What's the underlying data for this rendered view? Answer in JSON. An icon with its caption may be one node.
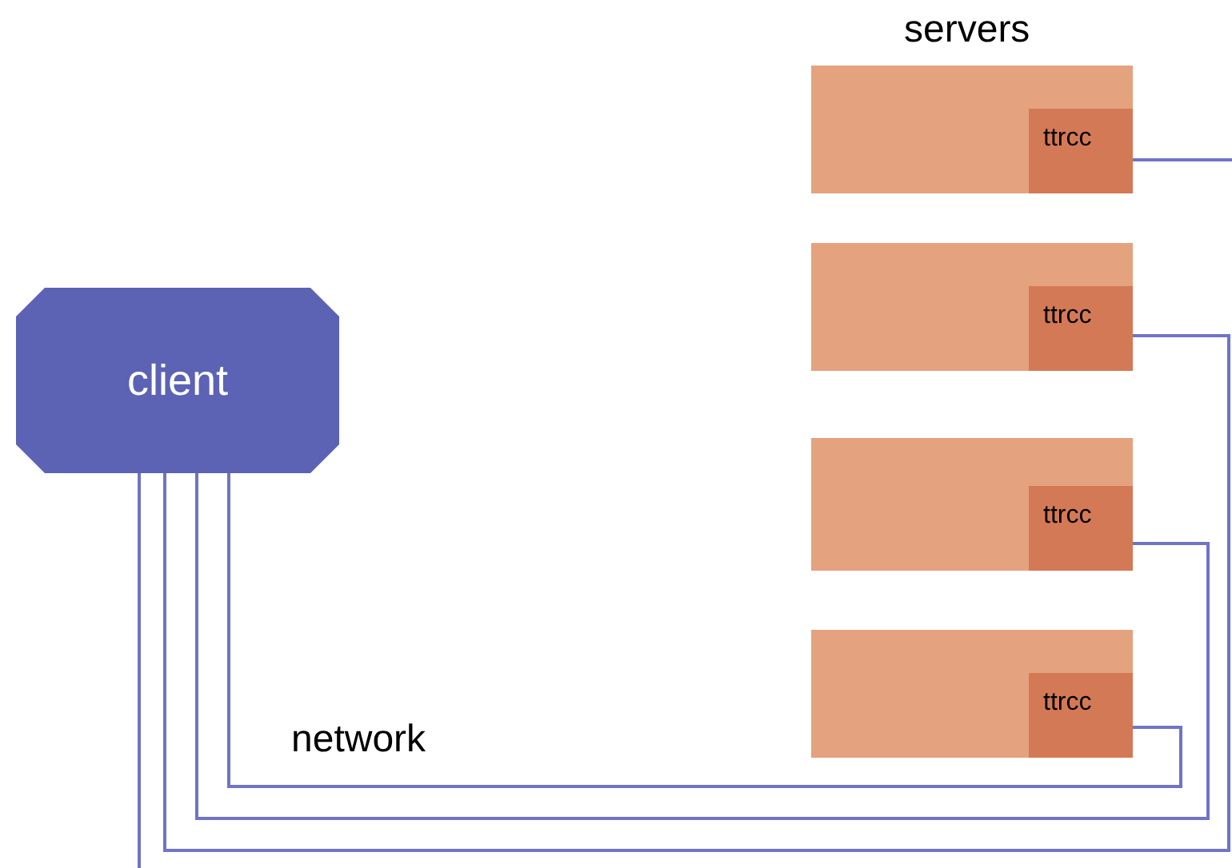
{
  "diagram": {
    "nodes": [
      {
        "text": [
          "client"
        ]
      },
      {
        "text": [],
        "shape": "box"
      },
      {
        "text": [
          "ttrcc"
        ],
        "in": 1
      },
      {
        "text": [],
        "shape": "box"
      },
      {
        "text": [
          "ttrcc"
        ],
        "in": 3
      },
      {
        "text": [],
        "shape": "box"
      },
      {
        "text": [
          "ttrcc"
        ],
        "in": 5
      },
      {
        "text": [],
        "shape": "box"
      },
      {
        "text": [
          "ttrcc"
        ],
        "in": 7
      }
    ],
    "edges": [
      {
        "from": 0,
        "to": null,
        "arrow": "none"
      },
      {
        "from": 0,
        "to": 4,
        "arrow": "none"
      },
      {
        "from": 0,
        "to": 6,
        "arrow": "none"
      },
      {
        "from": 0,
        "to": 8,
        "arrow": "none"
      },
      {
        "from": 2,
        "to": null,
        "arrow": "none"
      }
    ],
    "labels": [
      "servers",
      "network"
    ]
  }
}
